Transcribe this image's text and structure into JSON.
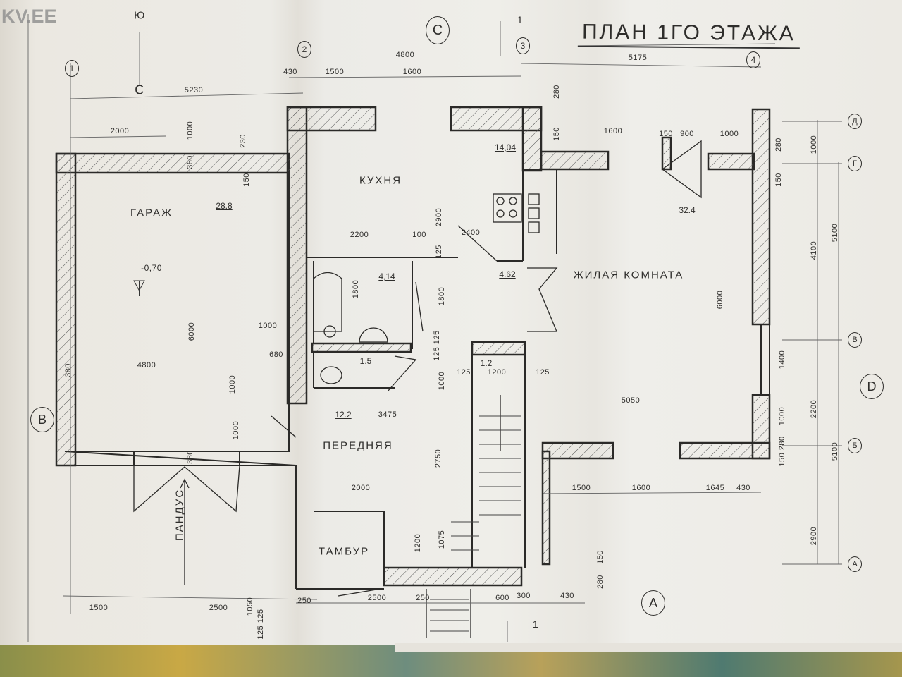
{
  "watermark": "KV.EE",
  "title": "ПЛАН 1ГО ЭТАЖА",
  "compass": {
    "south": "Ю",
    "north": "С"
  },
  "section_mark": "1",
  "axes": {
    "columns": [
      "1",
      "2",
      "3",
      "4"
    ],
    "circled": [
      "С",
      "В",
      "D",
      "А"
    ],
    "rows": [
      "Д",
      "Г",
      "В",
      "Б",
      "А"
    ]
  },
  "rooms": [
    {
      "name": "ГАРАЖ",
      "area": "28.8"
    },
    {
      "name": "КУХНЯ",
      "area": "14,04"
    },
    {
      "name": "ЖИЛАЯ КОМНАТА",
      "area": "32.4"
    },
    {
      "name": "ПЕРЕДНЯЯ",
      "area": "12.2"
    },
    {
      "name": "ТАМБУР",
      "area": ""
    },
    {
      "name": "ПАНДУС",
      "area": ""
    }
  ],
  "small_areas": [
    "4,14",
    "1.5",
    "1.2",
    "4.62"
  ],
  "level_mark": "-0,70",
  "dims": [
    "4800",
    "5175",
    "430",
    "1500",
    "1600",
    "5230",
    "2000",
    "1000",
    "230",
    "380",
    "150",
    "280",
    "150",
    "1600",
    "150",
    "900",
    "1000",
    "280",
    "1000",
    "150",
    "2900",
    "2200",
    "100",
    "2400",
    "125",
    "1800",
    "1800",
    "6000",
    "4100",
    "5100",
    "6000",
    "1000",
    "680",
    "4800",
    "380",
    "1000",
    "125 125",
    "1000",
    "125",
    "1200",
    "125",
    "1400",
    "5050",
    "3475",
    "1000",
    "1000",
    "2200",
    "150 280",
    "5100",
    "2750",
    "2000",
    "1500",
    "1600",
    "1645",
    "430",
    "2900",
    "1200",
    "1075",
    "150",
    "280",
    "1500",
    "2500",
    "1050",
    "125 125",
    "250",
    "2500",
    "250",
    "600",
    "300",
    "430",
    "380"
  ]
}
